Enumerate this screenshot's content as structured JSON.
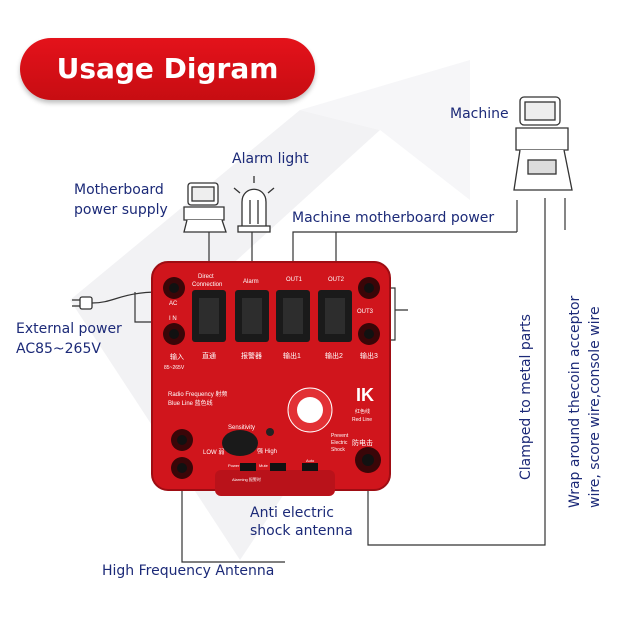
{
  "title": "Usage Digram",
  "labels": {
    "machine": "Machine",
    "alarm_light": "Alarm light",
    "motherboard_power_supply_1": "Motherboard",
    "motherboard_power_supply_2": "power supply",
    "machine_motherboard_power": "Machine motherboard power",
    "external_power_1": "External power",
    "external_power_2": "AC85~265V",
    "anti_shock_1": "Anti electric",
    "anti_shock_2": "shock antenna",
    "high_frequency": "High Frequency Antenna",
    "clamped": "Clamped to metal parts",
    "wrap_1": "Wrap around thecoin acceptor",
    "wrap_2": "wire, score wire,console wire"
  },
  "device": {
    "logo": "IK",
    "port_labels": {
      "direct_1": "Direct",
      "direct_2": "Connection",
      "alarm": "Alarm",
      "out1": "OUT1",
      "out2": "OUT2",
      "out3": "OUT3",
      "ac": "AC",
      "in": "I N"
    },
    "cn_labels": {
      "input": "输入",
      "input_range": "85~265V",
      "direct": "直通",
      "alarm": "报警器",
      "out1": "输出1",
      "out2": "输出2",
      "out3": "输出3"
    },
    "rf_1": "Radio Frequency  射频",
    "rf_2": "Blue Line  蓝色线",
    "red_line_cn": "红色线",
    "red_line": "Red Line",
    "prevent_1": "Prevent",
    "prevent_2": "Electric",
    "prevent_3": "Shock",
    "prevent_cn": "防电击",
    "sensitivity": "Sensitivity",
    "low": "LOW 弱",
    "high": "强 High",
    "power": "Power",
    "mute": "Mute",
    "auto": "Auto",
    "alarming": "Alarming  报警时"
  },
  "colors": {
    "brand_red": "#d0151c",
    "label_blue": "#1c2a78"
  }
}
